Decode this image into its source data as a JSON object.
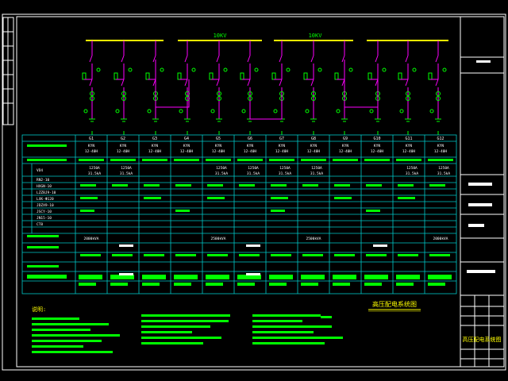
{
  "drawing": {
    "bus_labels": [
      "10KV",
      "10KV"
    ],
    "cabinet_ids": [
      "G1",
      "G2",
      "G3",
      "G4",
      "G5",
      "G6",
      "G7",
      "G8",
      "G9",
      "G10",
      "G11",
      "G12"
    ],
    "cabinet_models": [
      "KYN\n12-40H",
      "KYN\n12-40H",
      "KYN\n12-40H",
      "KYN\n12-40H",
      "KYN\n12-40H",
      "KYN\n12-40H",
      "KYN\n12-40H",
      "KYN\n12-40H",
      "KYN\n12-40H",
      "KYN\n12-40H",
      "KYN\n12-40H",
      "KYN\n12-40H"
    ],
    "row_labels": [
      "VD4",
      "RN2-10",
      "HXGN-10",
      "LZZBJ9-10",
      "LXK-Φ120",
      "JDZX9-10",
      "JSCY-10",
      "JN15-10",
      "CT8"
    ],
    "current_ratings": [
      "1250A\n31.5kA",
      "1250A\n31.5kA",
      "",
      "",
      "1250A\n31.5kA",
      "1250A\n31.5kA",
      "1250A\n31.5kA",
      "1250A\n31.5kA",
      "",
      "",
      "1250A\n31.5kA",
      "1250A\n31.5kA"
    ],
    "capacity_values": [
      "2000kVA",
      "",
      "",
      "",
      "2500kVA",
      "",
      "",
      "2500kVA",
      "",
      "",
      "",
      "2000kVA"
    ],
    "title": "高压配电系统图",
    "notes_title": "说明:",
    "title_block_text": "高压配电系统图",
    "colors": {
      "background": "#000000",
      "frame": "#ffffff",
      "table_lines": "#00c8c8",
      "text": "#00ff00",
      "bus": "#ffff00",
      "wires": "#ff00ff",
      "title_highlight": "#ffff00"
    }
  }
}
